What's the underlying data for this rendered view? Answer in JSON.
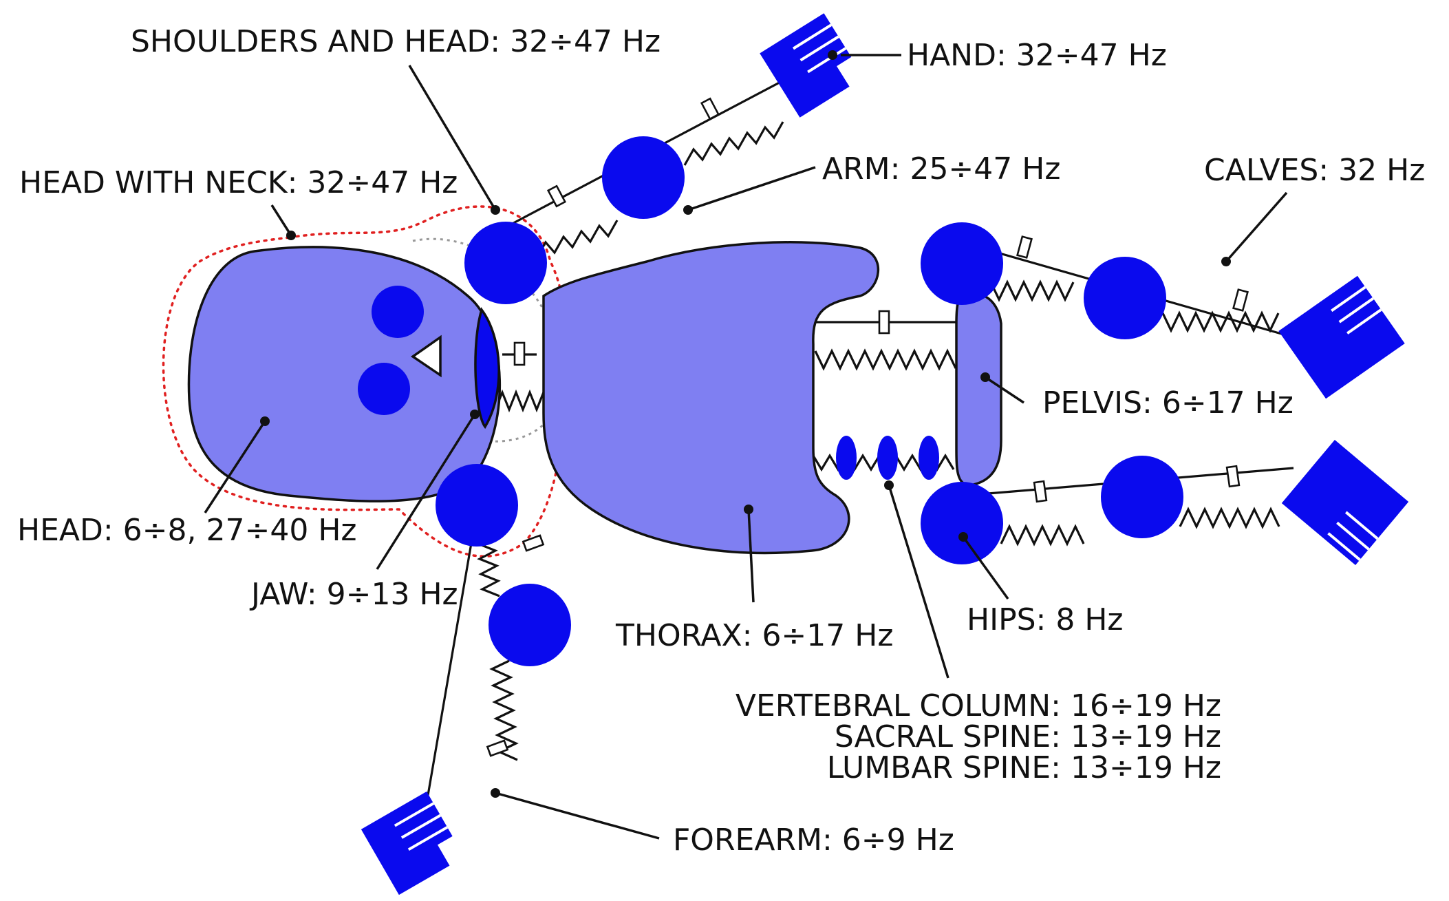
{
  "labels": {
    "shoulders_head": "SHOULDERS AND HEAD: 32÷47 Hz",
    "hand": "HAND: 32÷47 Hz",
    "head_with_neck": "HEAD WITH NECK: 32÷47 Hz",
    "arm": "ARM: 25÷47 Hz",
    "calves": "CALVES: 32 Hz",
    "pelvis": "PELVIS: 6÷17 Hz",
    "head": "HEAD: 6÷8, 27÷40 Hz",
    "jaw": "JAW: 9÷13 Hz",
    "thorax": "THORAX: 6÷17 Hz",
    "hips": "HIPS: 8 Hz",
    "vertebral_column": "VERTEBRAL COLUMN: 16÷19 Hz",
    "sacral_spine": "SACRAL SPINE: 13÷19 Hz",
    "lumbar_spine": "LUMBAR SPINE: 13÷19 Hz",
    "forearm": "FOREARM: 6÷9 Hz"
  },
  "colors": {
    "body_fill": "#7f7ff2",
    "mass_fill": "#0a0aee",
    "outline_red": "#e02020",
    "line": "#111111"
  }
}
